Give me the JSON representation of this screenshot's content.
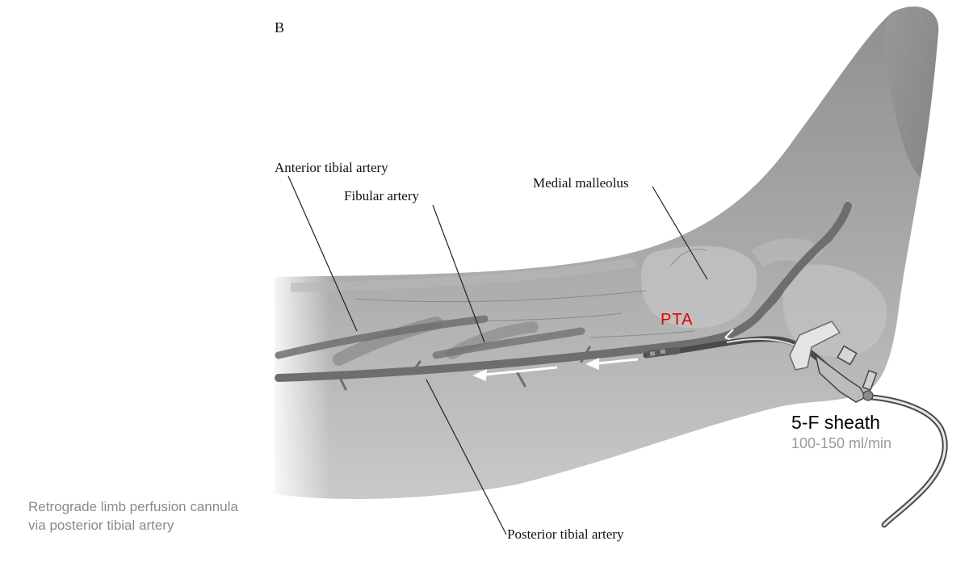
{
  "panel_letter": "B",
  "labels": {
    "anterior_tibial": "Anterior tibial artery",
    "fibular": "Fibular artery",
    "medial_malleolus": "Medial malleolus",
    "posterior_tibial": "Posterior tibial artery",
    "pta": "PTA",
    "sheath": "5-F sheath",
    "flow": "100-150 ml/min"
  },
  "caption": {
    "line1": "Retrograde limb perfusion cannula",
    "line2": "via posterior tibial artery"
  },
  "colors": {
    "pta_label": "#e00000",
    "flow_label": "#9a9a9a",
    "caption": "#8a8a8a",
    "skin": "#a7a7a7",
    "vessel": "#6e6e6e",
    "flow_arrow": "#ffffff"
  }
}
